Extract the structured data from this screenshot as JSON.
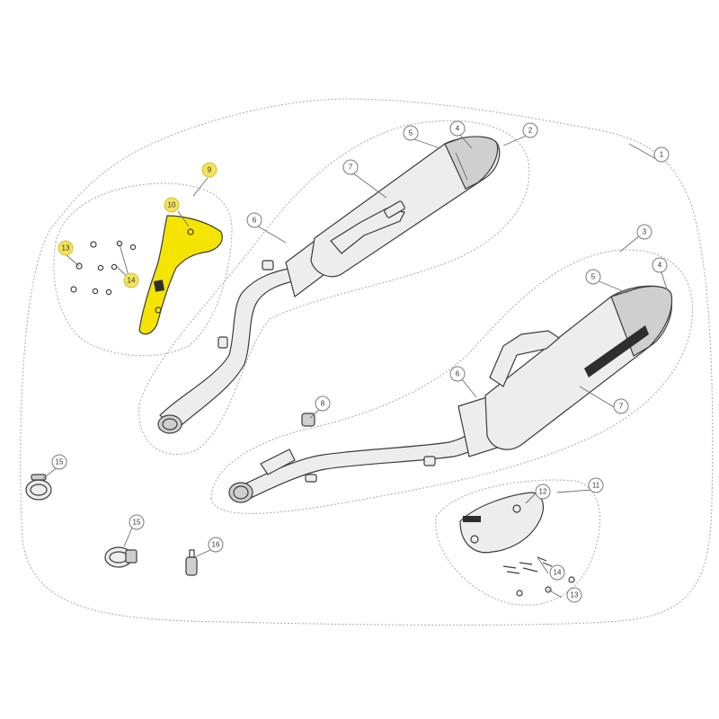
{
  "highlight_color": "#f5e400",
  "callouts": [
    {
      "id": "c1",
      "label": "1",
      "highlighted": false
    },
    {
      "id": "c2",
      "label": "2",
      "highlighted": false
    },
    {
      "id": "c3",
      "label": "3",
      "highlighted": false
    },
    {
      "id": "c4a",
      "label": "4",
      "highlighted": false
    },
    {
      "id": "c4b",
      "label": "4",
      "highlighted": false
    },
    {
      "id": "c5a",
      "label": "5",
      "highlighted": false
    },
    {
      "id": "c5b",
      "label": "5",
      "highlighted": false
    },
    {
      "id": "c6a",
      "label": "6",
      "highlighted": false
    },
    {
      "id": "c6b",
      "label": "6",
      "highlighted": false
    },
    {
      "id": "c7a",
      "label": "7",
      "highlighted": false
    },
    {
      "id": "c7b",
      "label": "7",
      "highlighted": false
    },
    {
      "id": "c8",
      "label": "8",
      "highlighted": false
    },
    {
      "id": "c9",
      "label": "9",
      "highlighted": true
    },
    {
      "id": "c10",
      "label": "10",
      "highlighted": true
    },
    {
      "id": "c11",
      "label": "11",
      "highlighted": false
    },
    {
      "id": "c12",
      "label": "12",
      "highlighted": false
    },
    {
      "id": "c13a",
      "label": "13",
      "highlighted": true
    },
    {
      "id": "c13b",
      "label": "13",
      "highlighted": false
    },
    {
      "id": "c14a",
      "label": "14",
      "highlighted": true
    },
    {
      "id": "c14b",
      "label": "14",
      "highlighted": false
    },
    {
      "id": "c15a",
      "label": "15",
      "highlighted": false
    },
    {
      "id": "c15b",
      "label": "15",
      "highlighted": false
    },
    {
      "id": "c16",
      "label": "16",
      "highlighted": false
    }
  ]
}
